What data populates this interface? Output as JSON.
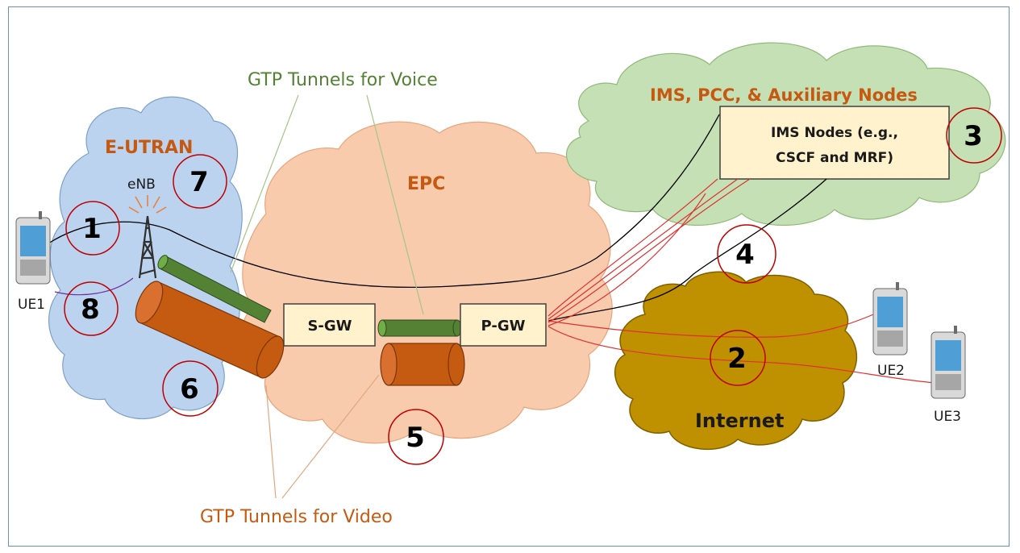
{
  "clouds": {
    "eutran": {
      "label": "E-UTRAN",
      "color": "#bcd3ef",
      "label_color": "#c65911"
    },
    "epc": {
      "label": "EPC",
      "color": "#f8cbad",
      "label_color": "#c65911"
    },
    "ims": {
      "label": "IMS, PCC, & Auxiliary Nodes",
      "color": "#c5e0b4",
      "label_color": "#c65911"
    },
    "internet": {
      "label": "Internet",
      "color": "#bf9000"
    }
  },
  "enb_label": "eNB",
  "gateways": {
    "sgw": "S-GW",
    "pgw": "P-GW"
  },
  "ims_box": {
    "line1": "IMS Nodes (e.g.,",
    "line2": "CSCF and MRF)"
  },
  "ues": {
    "ue1": "UE1",
    "ue2": "UE2",
    "ue3": "UE3"
  },
  "tunnels": {
    "voice": {
      "label": "GTP Tunnels for Voice",
      "color": "#548235"
    },
    "video": {
      "label": "GTP Tunnels for Video",
      "color": "#c55a11"
    }
  },
  "markers": [
    "1",
    "2",
    "3",
    "4",
    "5",
    "6",
    "7",
    "8"
  ],
  "colors": {
    "marker_ring": "#c00000",
    "signal_line": "#000000",
    "media_line": "#e03030",
    "box_fill": "#fff2cc"
  }
}
